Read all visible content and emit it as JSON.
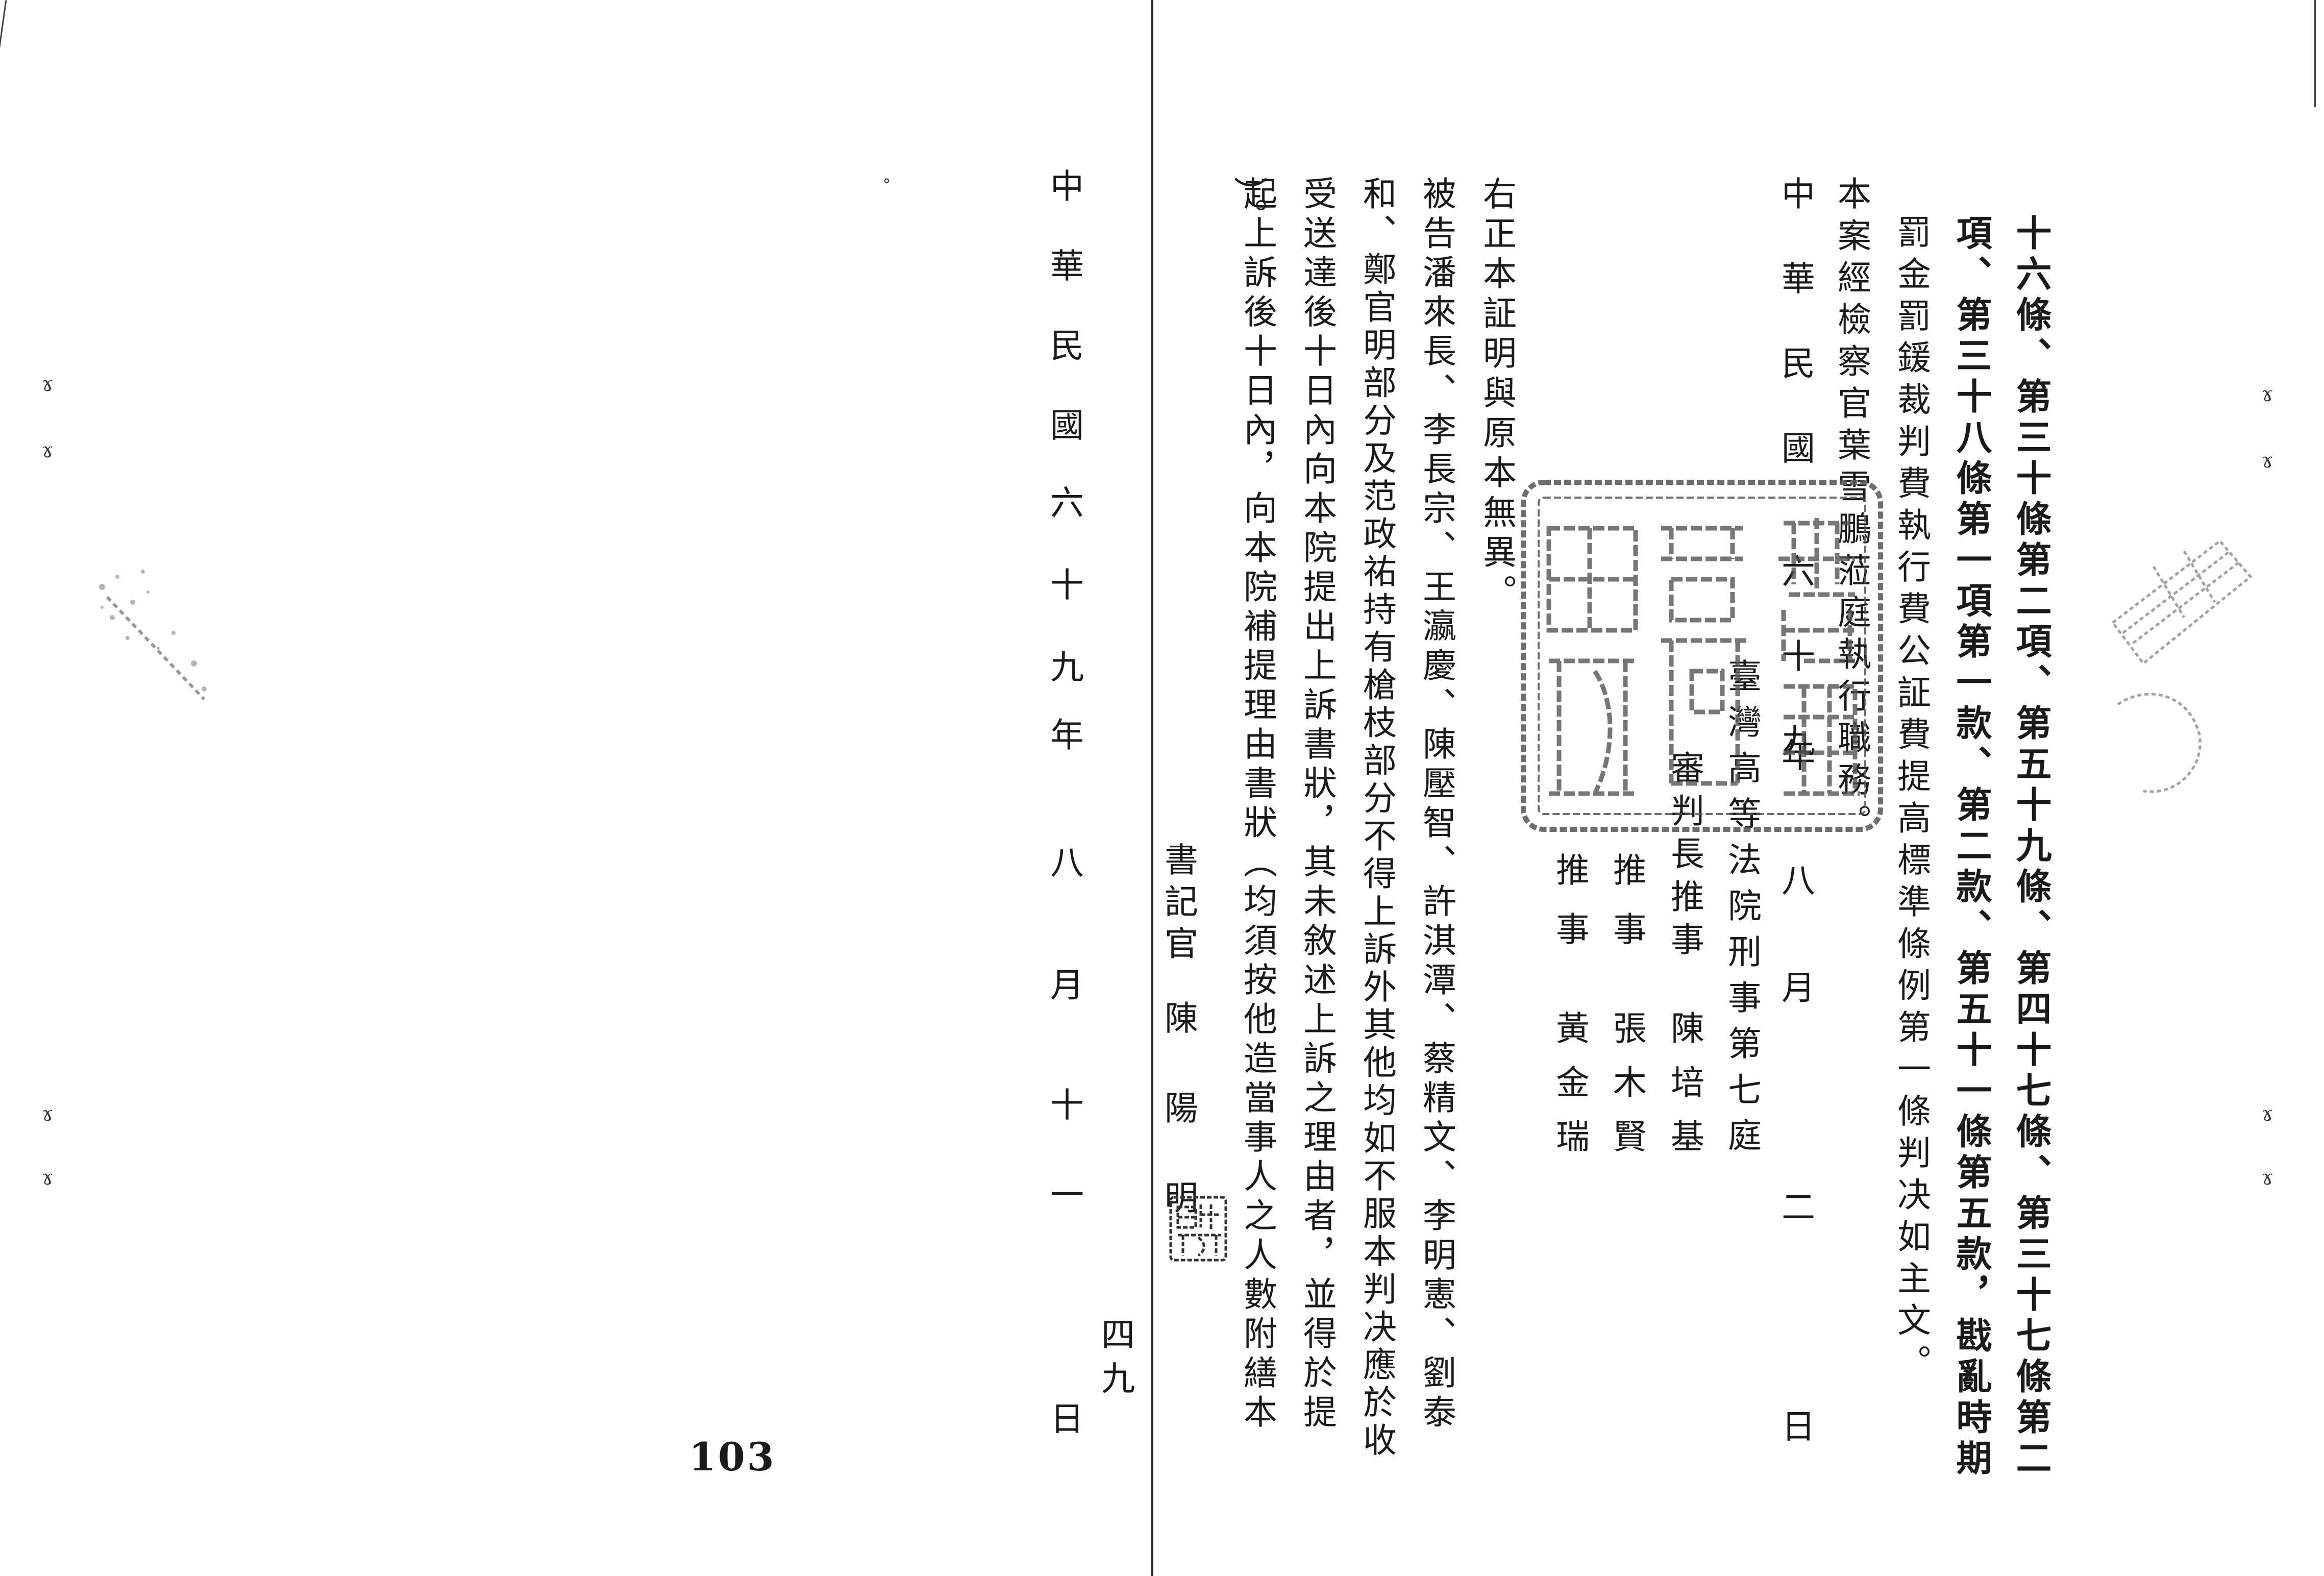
{
  "right_page": {
    "lines": [
      "十六條、第三十條第二項、第五十九條、第四十七條、第三十七條第二",
      "項、第三十八條第一項第一款、第二款、第五十一條第五款，戡亂時期",
      "罰金罰鍰裁判費執行費公証費提高標準條例第一條判决如主文。",
      "本案經檢察官葉雪鵬蒞庭執行職務。"
    ],
    "date": {
      "prefix": "中華民國",
      "year": "六十九",
      "year_unit": "年",
      "month": "八",
      "month_unit": "月",
      "day": "二",
      "day_unit": "日"
    },
    "court": {
      "name": "臺灣高等法院刑事第七庭",
      "presiding_title": "審判長推事",
      "presiding_name": "陳培基",
      "judge_title": "推事",
      "judge_name": "張木賢",
      "judge2_title": "推事",
      "judge2_name": "黃金瑞"
    },
    "seal": {
      "description": "臺灣高等法院之印",
      "color": "#555555"
    }
  },
  "left_page": {
    "certification": "右正本証明與原本無異。",
    "appeal_lines": [
      "被告潘來長、李長宗、王瀛慶、陳壓智、許淇潭、蔡精文、李明憲、劉泰",
      "和、鄭官明部分及范政祐持有槍枝部分不得上訴外其他均如不服本判决應於收",
      "受送達後十日內向本院提出上訴書狀，其未敘述上訴之理由者，並得於提",
      "起上訴後十日內，向本院補提理由書狀（均須按他造當事人之人數附繕本",
      "）。"
    ],
    "clerk": {
      "title": "書記官",
      "name": "陳陽明"
    },
    "date": {
      "prefix": "中華民國",
      "year": "六十九",
      "year_unit": "年",
      "month": "八",
      "month_unit": "月",
      "day": "十一",
      "day_unit": "日"
    },
    "folio": "四九",
    "page_number": "103"
  },
  "colors": {
    "ink": "#1a1a1a",
    "paper": "#ffffff",
    "seal_ink": "#555555"
  }
}
